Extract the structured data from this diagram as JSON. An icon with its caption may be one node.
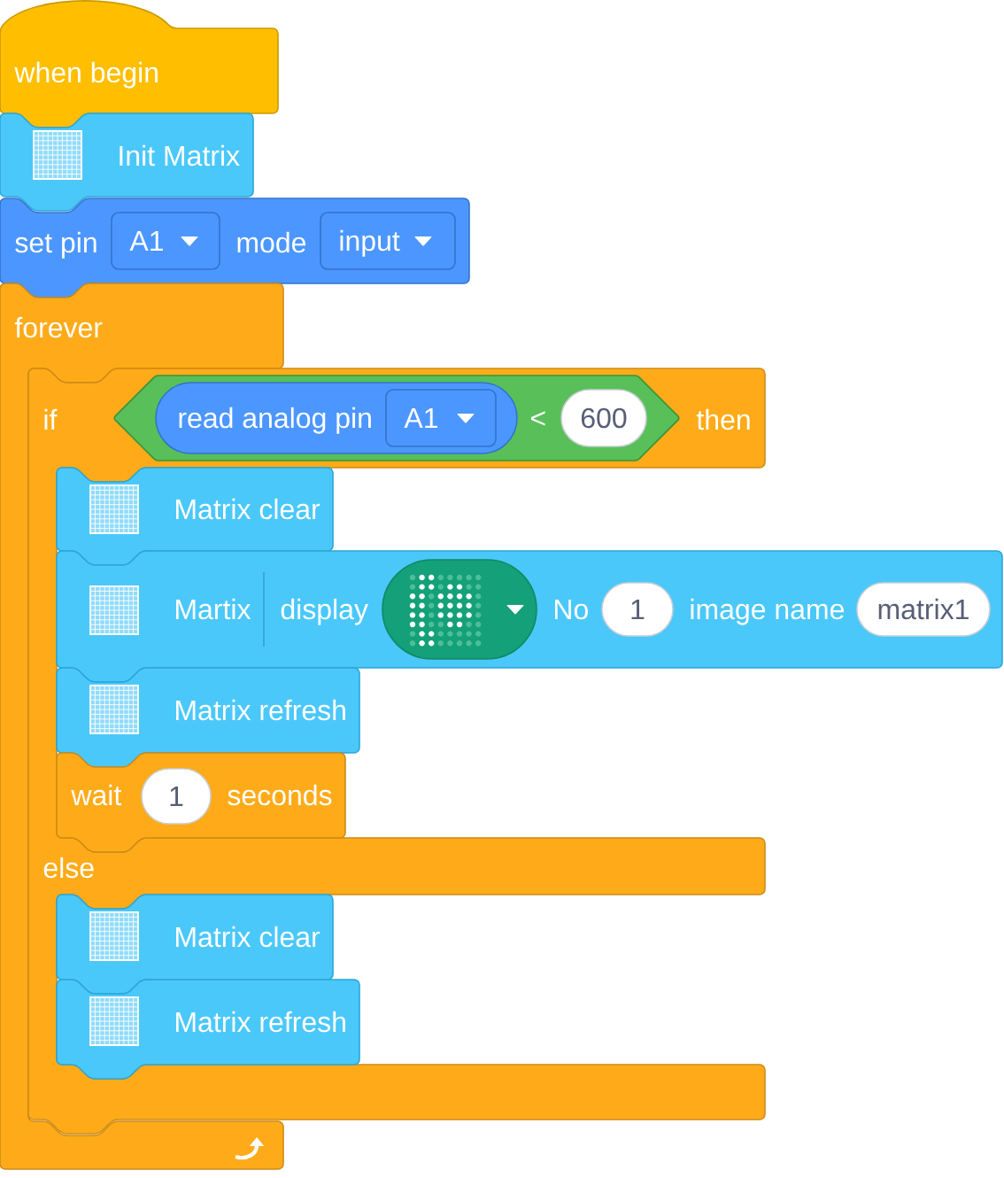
{
  "diagram": {
    "nodes": [
      {
        "text": [
          "when begin"
        ]
      },
      {
        "text": [
          "Init Matrix"
        ]
      },
      {
        "text": [
          "set pin",
          "mode"
        ]
      },
      {
        "text": [
          "A1"
        ],
        "in": 2
      },
      {
        "text": [
          "input"
        ],
        "in": 2
      },
      {
        "text": [
          "forever"
        ]
      },
      {
        "text": [
          "if",
          "then",
          "else"
        ]
      },
      {
        "text": [
          "<"
        ],
        "in": 6
      },
      {
        "text": [
          "read analog pin"
        ],
        "in": 7
      },
      {
        "text": [
          "A1"
        ],
        "in": 8
      },
      {
        "text": [
          "600"
        ],
        "in": 7
      },
      {
        "text": [
          "Matrix clear"
        ]
      },
      {
        "text": [
          "Martix",
          "display",
          "No",
          "image name"
        ]
      },
      {
        "text": [],
        "shape": "picture",
        "in": 12
      },
      {
        "text": [
          "1"
        ],
        "in": 12
      },
      {
        "text": [
          "matrix1"
        ],
        "in": 12
      },
      {
        "text": [
          "Matrix refresh"
        ]
      },
      {
        "text": [
          "wait",
          "seconds"
        ]
      },
      {
        "text": [
          "1"
        ],
        "in": 17
      },
      {
        "text": [
          "Matrix clear"
        ]
      },
      {
        "text": [
          "Matrix refresh"
        ]
      }
    ]
  }
}
